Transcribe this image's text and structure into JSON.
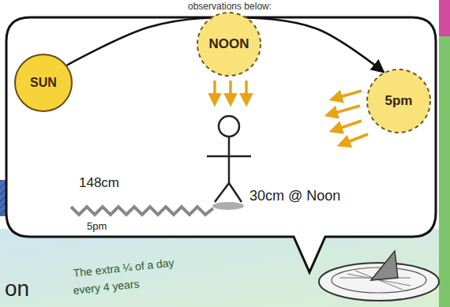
{
  "diagram": {
    "nodes": [
      {
        "text": [
          "SUN"
        ]
      },
      {
        "text": [
          "NOON"
        ]
      },
      {
        "text": [
          "5pm"
        ]
      }
    ],
    "edges": [
      {
        "from": 0,
        "to": 2,
        "arrow": "to"
      }
    ],
    "labels": [
      "observations below:",
      "148cm",
      "5pm",
      "30cm @ Noon",
      "The extra ¼ of a day",
      "every 4 years",
      "on"
    ]
  }
}
